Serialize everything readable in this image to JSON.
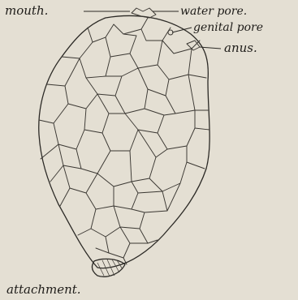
{
  "figure": {
    "labels": {
      "mouth": "mouth.",
      "water_pore": "water pore.",
      "genital_pore": "genital pore",
      "anus": "anus.",
      "attachment": "attachment."
    }
  }
}
